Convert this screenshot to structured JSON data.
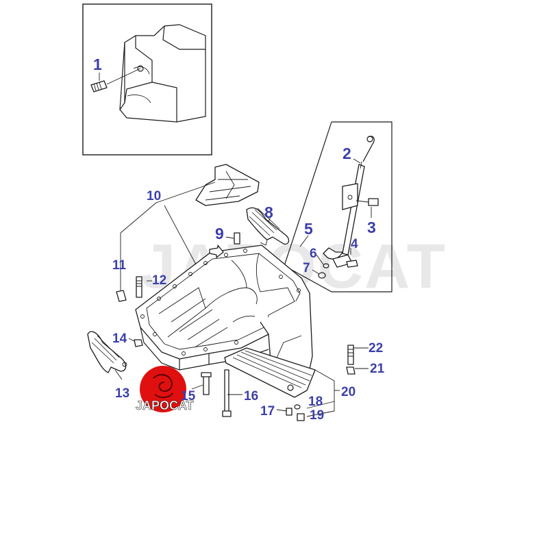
{
  "diagram": {
    "watermark_text": "JAPOCAT",
    "logo_text": "JAPOCAT",
    "label_color": "#3b3fa8",
    "logo_color": "#e01010",
    "callouts": [
      "1",
      "2",
      "3",
      "4",
      "5",
      "6",
      "7",
      "8",
      "9",
      "10",
      "11",
      "12",
      "13",
      "14",
      "15",
      "16",
      "17",
      "18",
      "19",
      "20",
      "21",
      "22"
    ]
  }
}
